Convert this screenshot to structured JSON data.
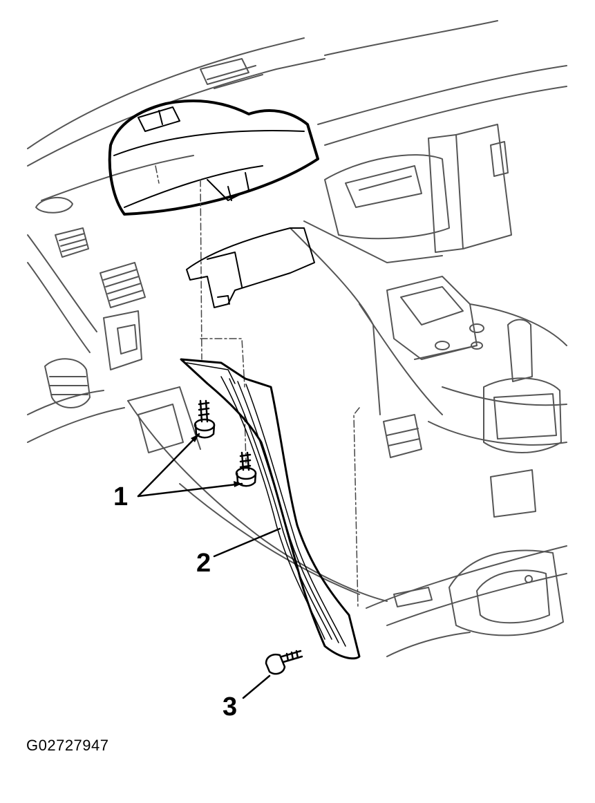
{
  "callouts": [
    {
      "id": "1",
      "label": "1"
    },
    {
      "id": "2",
      "label": "2"
    },
    {
      "id": "3",
      "label": "3"
    }
  ],
  "figure_id": "G02727947",
  "colors": {
    "line": "#000000",
    "background": "#ffffff",
    "light_line": "#555555"
  }
}
